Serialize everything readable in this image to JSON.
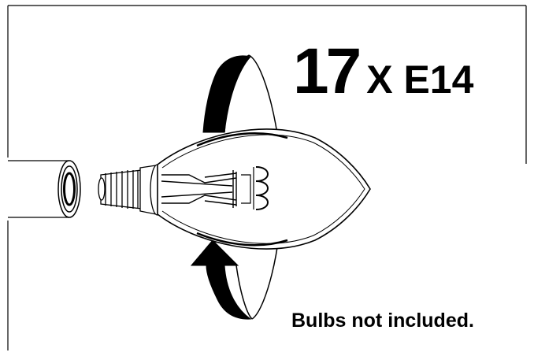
{
  "quantity": {
    "number": "17",
    "suffix": "X E14"
  },
  "note": "Bulbs not included.",
  "colors": {
    "ink": "#000000",
    "background": "#ffffff"
  }
}
